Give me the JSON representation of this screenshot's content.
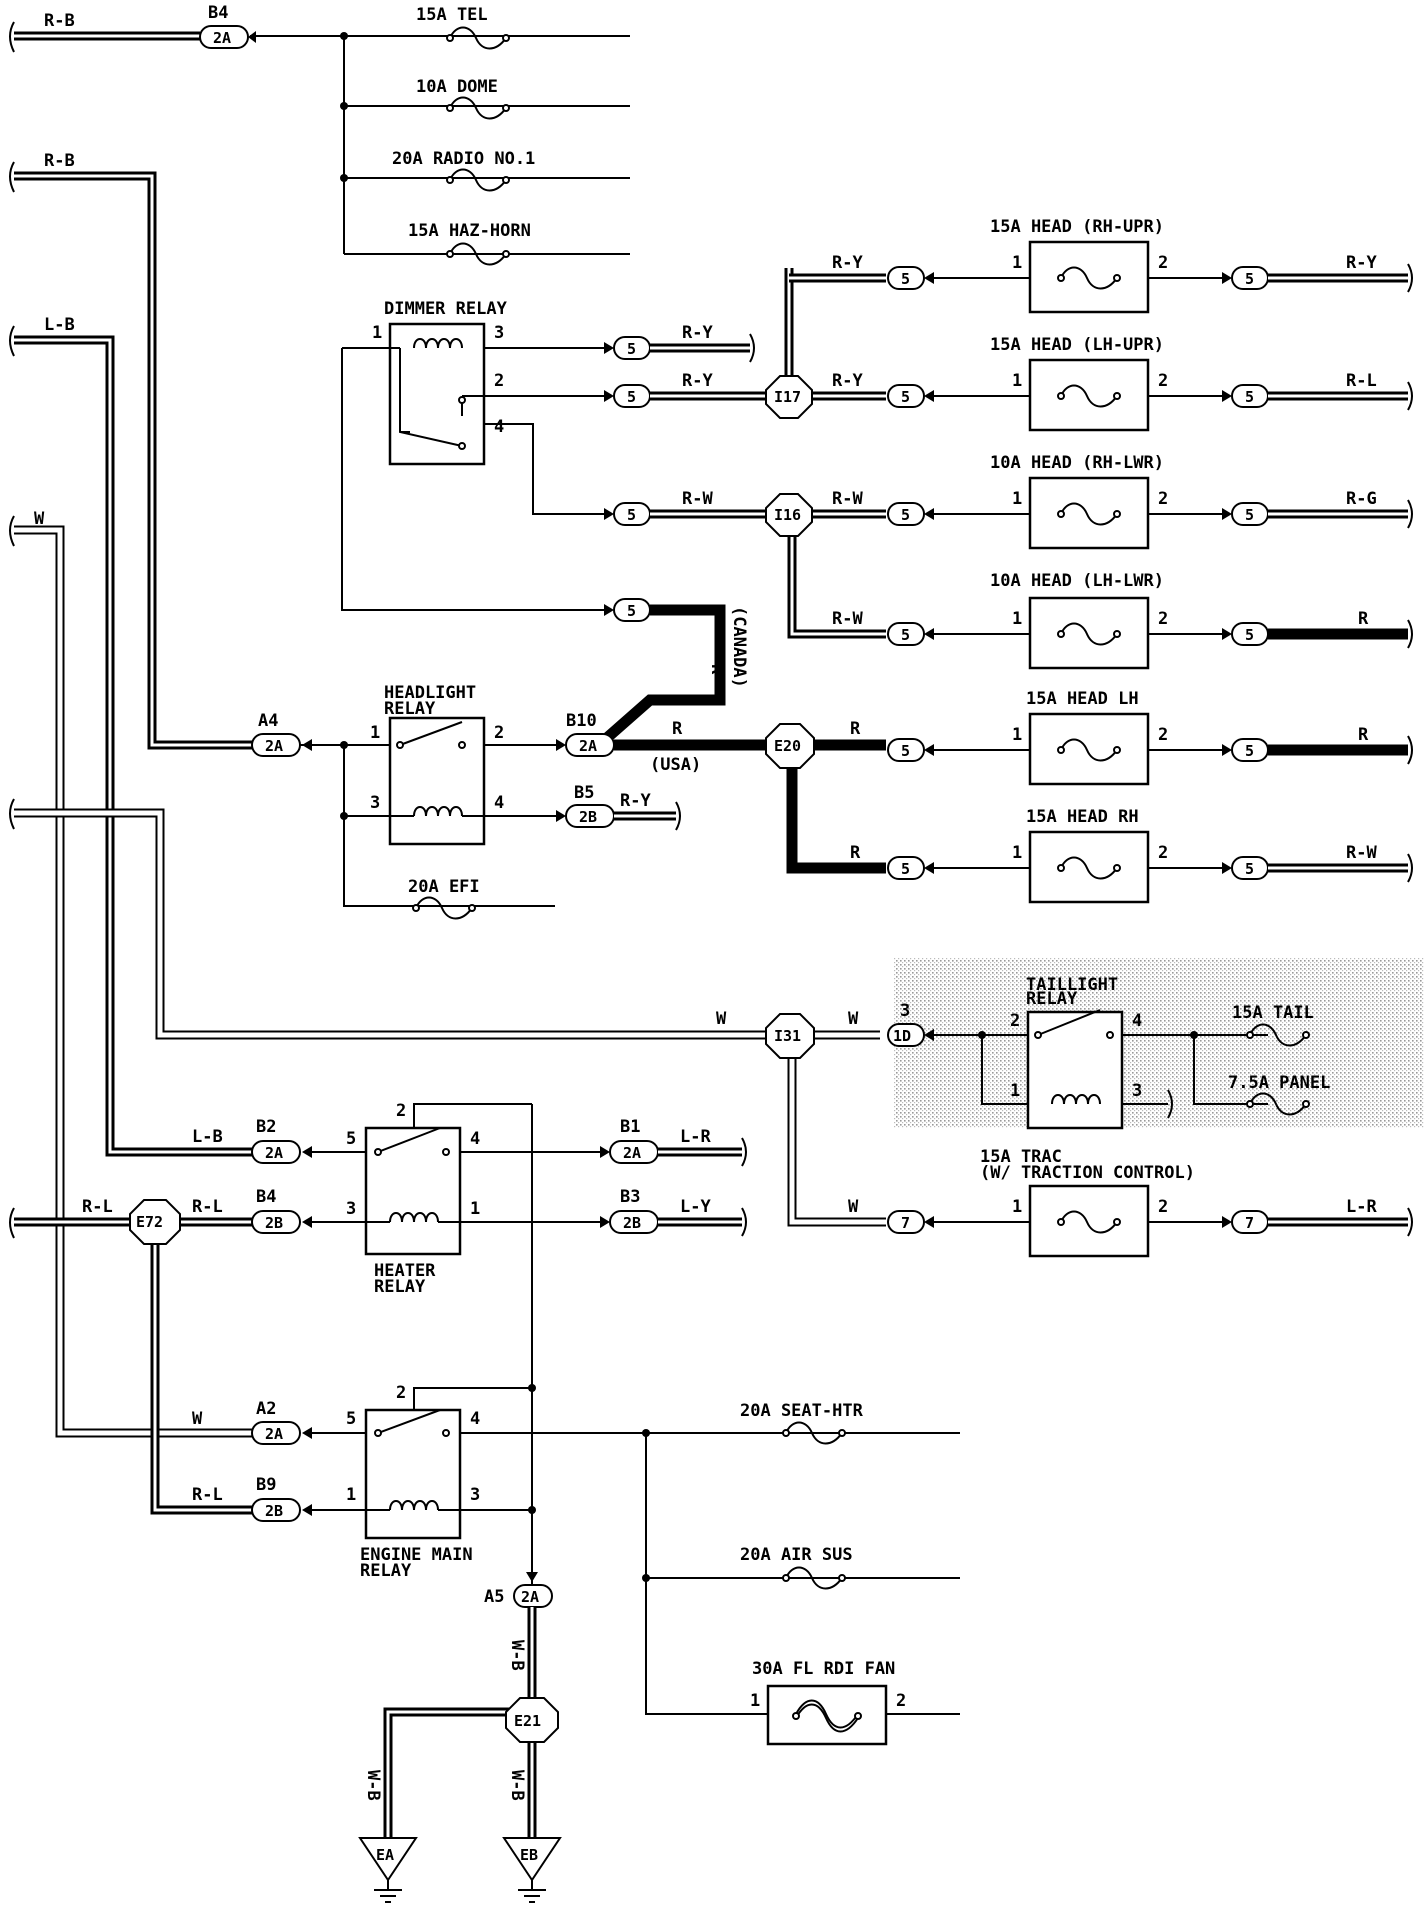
{
  "wire_colors": {
    "r_b_top": "R-B",
    "r_b_mid": "R-B",
    "l_b_left": "L-B",
    "w_left": "W",
    "r_y_dimmer3": "R-Y",
    "r_y_dimmer2": "R-Y",
    "r_w_dimmer4": "R-W",
    "r_y_i17_up": "R-Y",
    "r_y_i17_right": "R-Y",
    "r_w_i16_right": "R-W",
    "r_w_i16_down": "R-W",
    "r_canada": "R",
    "r_usa": "R",
    "r_e20_right": "R",
    "r_e20_down": "R",
    "r_y_b5": "R-Y",
    "w_i31_left": "W",
    "w_i31_right": "W",
    "w_trac": "W",
    "l_b_b2": "L-B",
    "l_r_b1": "L-R",
    "r_l_left": "R-L",
    "r_l_b4": "R-L",
    "l_y_b3": "L-Y",
    "w_a2": "W",
    "r_l_b9": "R-L",
    "w_b_a5": "W-B",
    "w_b_e21_down": "W-B",
    "w_b_ea": "W-B",
    "out_rh_upr": "R-Y",
    "out_lh_upr": "R-L",
    "out_rh_lwr": "R-G",
    "out_lh_lwr": "R",
    "out_head_lh": "R",
    "out_head_rh": "R-W",
    "out_trac": "L-R"
  },
  "notes": {
    "canada": "(CANADA)",
    "usa": "(USA)"
  },
  "fuses": {
    "tel": "15A TEL",
    "dome": "10A DOME",
    "radio": "20A RADIO NO.1",
    "haz_horn": "15A HAZ-HORN",
    "efi": "20A EFI",
    "head_rh_upr": "15A HEAD (RH-UPR)",
    "head_lh_upr": "15A HEAD (LH-UPR)",
    "head_rh_lwr": "10A HEAD (RH-LWR)",
    "head_lh_lwr": "10A HEAD (LH-LWR)",
    "head_lh": "15A HEAD LH",
    "head_rh": "15A HEAD RH",
    "tail": "15A TAIL",
    "panel": "7.5A PANEL",
    "trac_1": "15A TRAC",
    "trac_2": "(W/ TRACTION CONTROL)",
    "seat_htr": "20A SEAT-HTR",
    "air_sus": "20A AIR SUS",
    "rdi_fan": "30A FL RDI FAN"
  },
  "relays": {
    "dimmer": "DIMMER RELAY",
    "headlight_1": "HEADLIGHT",
    "headlight_2": "RELAY",
    "taillight_1": "TAILLIGHT",
    "taillight_2": "RELAY",
    "heater_1": "HEATER",
    "heater_2": "RELAY",
    "engine_1": "ENGINE MAIN",
    "engine_2": "RELAY"
  },
  "pins": {
    "p1": "1",
    "p2": "2",
    "p3": "3",
    "p4": "4",
    "p5": "5"
  },
  "connectors": {
    "c2a": "2A",
    "c2b": "2B",
    "c5": "5",
    "c1d": "1D",
    "c7": "7",
    "lbl_b4": "B4",
    "lbl_a4": "A4",
    "lbl_b10": "B10",
    "lbl_b5": "B5",
    "lbl_b2": "B2",
    "lbl_b1": "B1",
    "lbl_b3": "B3",
    "lbl_a2": "A2",
    "lbl_b9": "B9",
    "lbl_a5": "A5"
  },
  "junctions": {
    "i17": "I17",
    "i16": "I16",
    "e20": "E20",
    "i31": "I31",
    "e72": "E72",
    "e21": "E21"
  },
  "grounds": {
    "ea": "EA",
    "eb": "EB"
  }
}
